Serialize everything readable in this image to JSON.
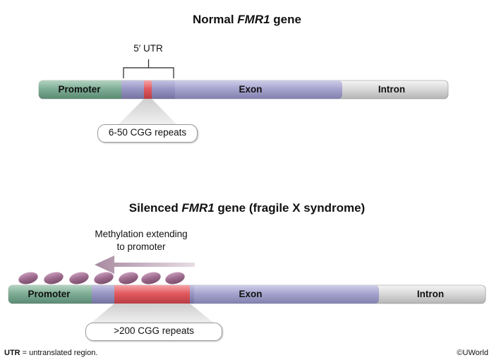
{
  "top": {
    "title_prefix": "Normal ",
    "title_gene": "FMR1",
    "title_suffix": " gene",
    "utr_label": "5′ UTR",
    "promoter": "Promoter",
    "exon": "Exon",
    "intron": "Intron",
    "repeats": "6-50 CGG repeats"
  },
  "bottom": {
    "title_prefix": "Silenced ",
    "title_gene": "FMR1",
    "title_suffix": " gene (fragile X syndrome)",
    "methylation_line1": "Methylation extending",
    "methylation_line2": "to promoter",
    "promoter": "Promoter",
    "exon": "Exon",
    "intron": "Intron",
    "repeats": ">200 CGG repeats"
  },
  "footer": {
    "abbr": "UTR",
    "definition": " = untranslated region.",
    "credit": "©UWorld"
  },
  "colors": {
    "promoter": "#7fae95",
    "utr": "#9d9bc6",
    "exon": "#a8a6d0",
    "intron": "#d9d9d9",
    "repeat": "#e25a60",
    "methyl": "#9c6a8c"
  }
}
